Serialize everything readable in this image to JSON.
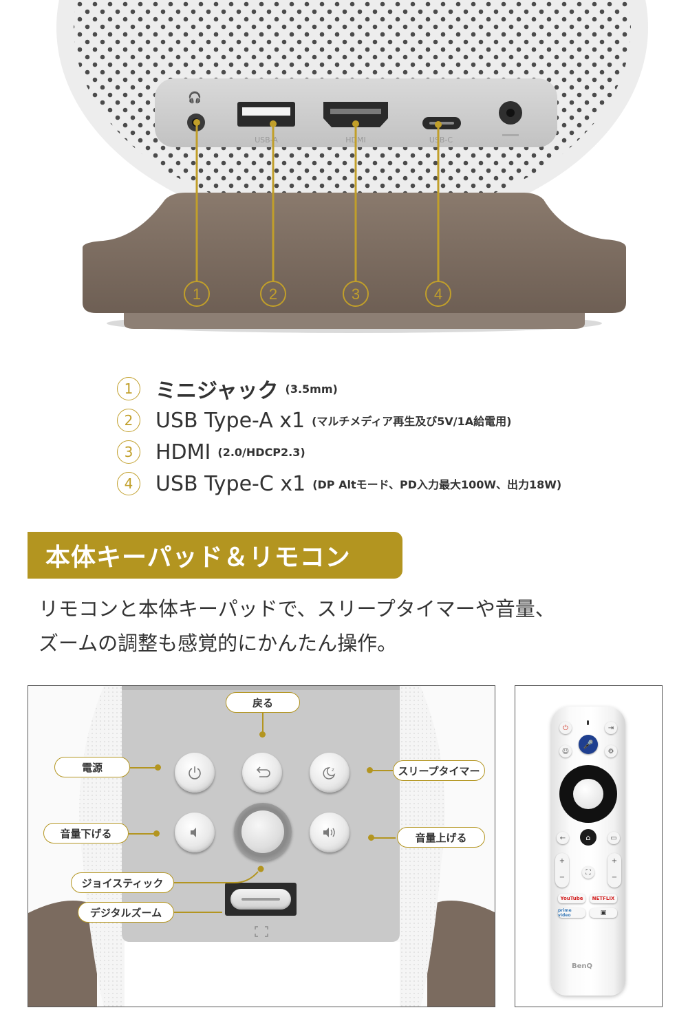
{
  "colors": {
    "gold": "#b39520",
    "base": "#7b6b5f",
    "panel": "#c9c9c9",
    "text": "#333333"
  },
  "hero": {
    "port_labels": [
      "USB-A",
      "HDMI",
      "USB-C"
    ],
    "numbers": [
      "1",
      "2",
      "3",
      "4"
    ]
  },
  "ports": [
    {
      "num": "1",
      "name": "ミニジャック",
      "note": "(3.5mm)"
    },
    {
      "num": "2",
      "name": "USB Type-A x1",
      "note": "(マルチメディア再生及び5V/1A給電用)"
    },
    {
      "num": "3",
      "name": "HDMI",
      "note": "(2.0/HDCP2.3)"
    },
    {
      "num": "4",
      "name": "USB Type-C x1",
      "note": "(DP Altモード、PD入力最大100W、出力18W)"
    }
  ],
  "section": {
    "title": "本体キーパッド＆リモコン",
    "desc_line1": "リモコンと本体キーパッドで、スリープタイマーや音量、",
    "desc_line2": "ズームの調整も感覚的にかんたん操作。"
  },
  "keypad": {
    "callouts": {
      "back": "戻る",
      "power": "電源",
      "sleep": "スリープタイマー",
      "vol_down": "音量下げる",
      "vol_up": "音量上げる",
      "joystick": "ジョイスティック",
      "zoom": "デジタルズーム"
    },
    "icons": [
      "power-icon",
      "back-arrow-icon",
      "sleep-moon-icon",
      "volume-down-icon",
      "volume-up-icon",
      "zoom-frame-icon"
    ]
  },
  "remote": {
    "brand": "BenQ",
    "app_buttons": [
      "YouTube",
      "NETFLIX",
      "prime video"
    ]
  }
}
